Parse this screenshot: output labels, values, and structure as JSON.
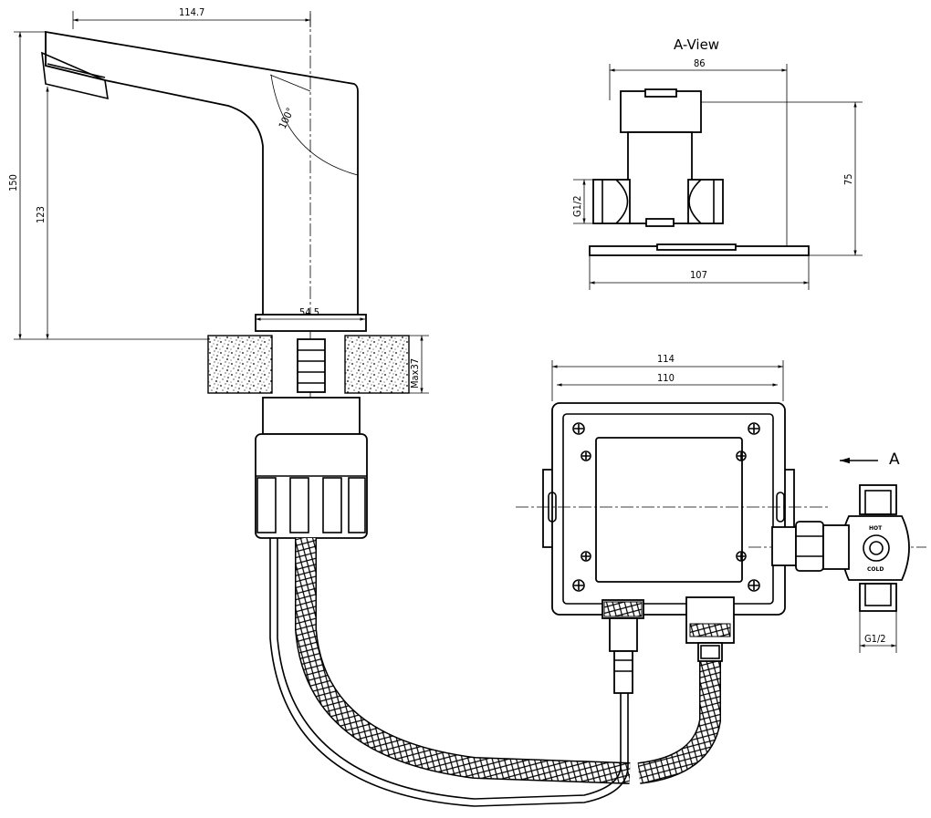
{
  "view_title": "A-View",
  "arrow_label": "A",
  "valve_labels": {
    "hot": "HOT",
    "cold": "COLD"
  },
  "dimensions": {
    "spout_reach": "114.7",
    "total_height": "150",
    "outlet_height": "123",
    "angle": "100°",
    "base_diameter": "54.5",
    "max_deck_thickness": "Max37",
    "view_width_top": "86",
    "view_height": "75",
    "view_thread": "G1/2",
    "view_base_width": "107",
    "box_outer_width": "114",
    "box_inner_width": "110",
    "valve_thread": "G1/2"
  }
}
